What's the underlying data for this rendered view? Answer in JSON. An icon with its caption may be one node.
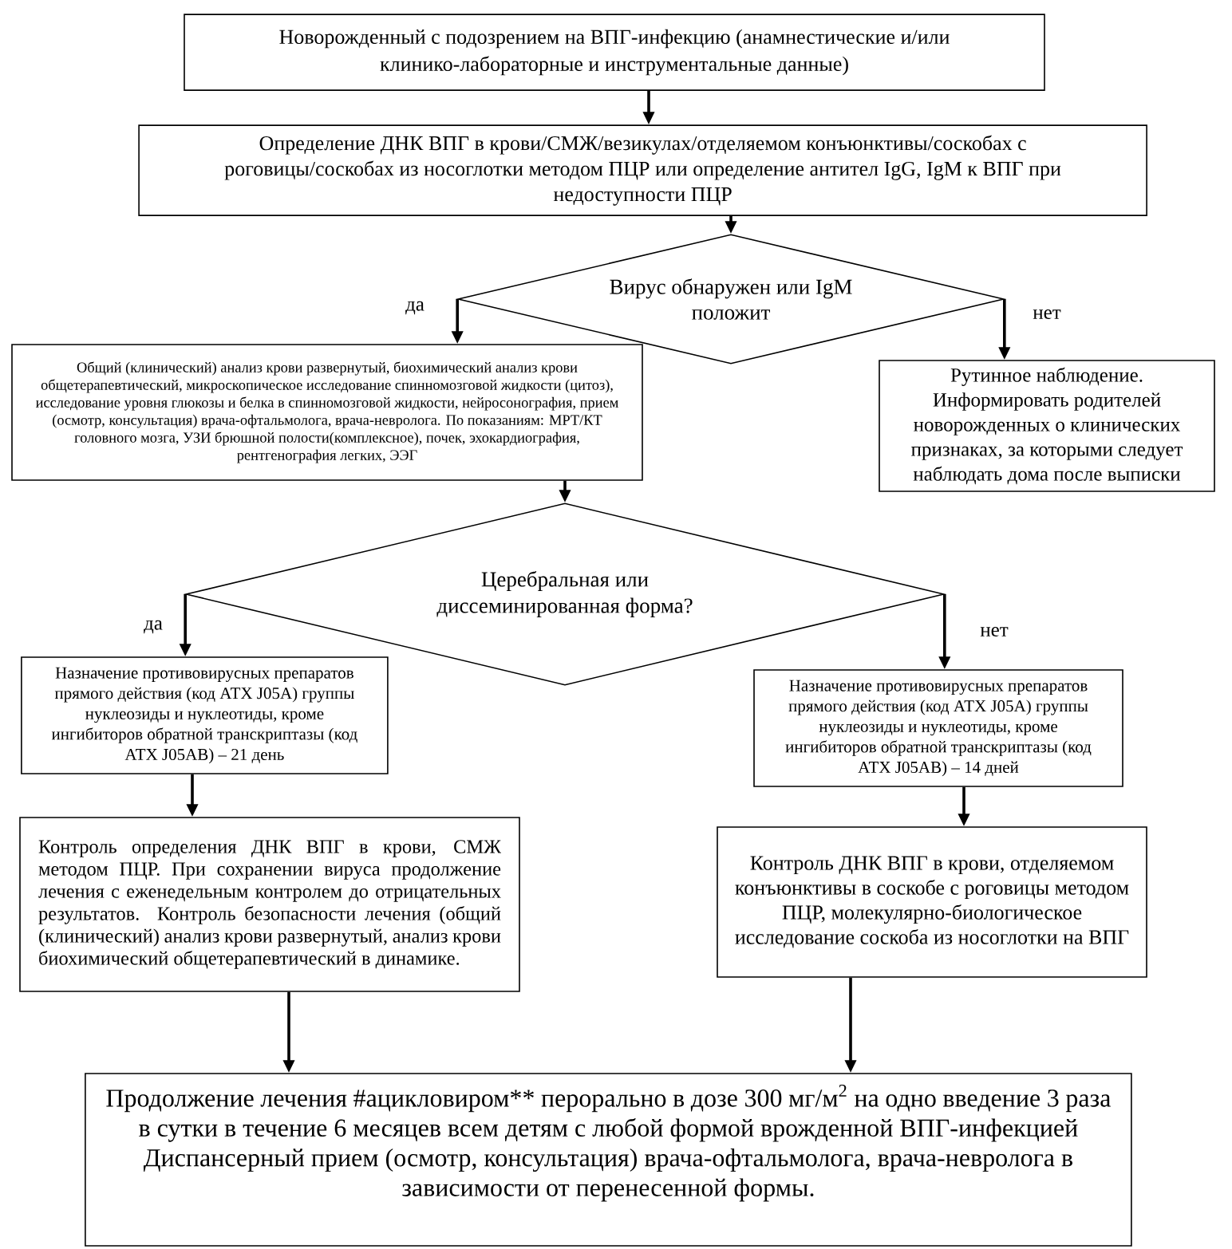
{
  "diagram": {
    "nodes": [
      {
        "text": [
          "Новорожденный с подозрением на ВПГ-инфекцию (анамнестические и/или клинико-лабораторные и инструментальные данные)"
        ]
      },
      {
        "text": [
          "Определение ДНК ВПГ в крови/СМЖ/везикулах/отделяемом конъюнктивы/соскобах с роговицы/соскобах из носоглотки методом ПЦР или определение антител IgG, IgM к ВПГ при недоступности ПЦР"
        ]
      },
      {
        "text": [
          "Вирус обнаружен или IgM положит"
        ]
      },
      {
        "text": [
          "Общий (клинический) анализ крови развернутый, биохимический анализ крови общетерапевтический, микроскопическое исследование спинномозговой жидкости (цитоз), исследование уровня глюкозы и белка в спинномозговой жидкости, нейросонография, прием (осмотр, консультация) врача-офтальмолога, врача-невролога. По показаниям: МРТ/КТ головного мозга, УЗИ брюшной полости(комплексное), почек, эхокардиография, рентгенография легких, ЭЭГ"
        ]
      },
      {
        "text": [
          "Рутинное наблюдение. Информировать родителей новорожденных о клинических признаках, за которыми следует наблюдать дома после выписки"
        ]
      },
      {
        "text": [
          "Церебральная или диссеминированная форма?"
        ]
      },
      {
        "text": [
          "Назначение противовирусных препаратов прямого действия (код АТХ J05A) группы нуклеозиды и нуклеотиды, кроме ингибиторов обратной транскриптазы (код АТХ J05AB) – 21 день"
        ]
      },
      {
        "text": [
          "Назначение противовирусных препаратов прямого действия (код АТХ J05A) группы нуклеозиды и нуклеотиды, кроме ингибиторов обратной транскриптазы (код АТХ J05AB) – 14 дней"
        ]
      },
      {
        "text": [
          "Контроль определения ДНК ВПГ в крови, СМЖ методом ПЦР. При сохранении вируса продолжение лечения с еженедельным контролем до отрицательных результатов. Контроль безопасности лечения (общий (клинический) анализ крови развернутый, анализ крови биохимический общетерапевтический в динамике."
        ]
      },
      {
        "text": [
          "Контроль ДНК ВПГ в крови, отделяемом конъюнктивы в соскобе с роговицы методом ПЦР, молекулярно-биологическое исследование соскоба из носоглотки на ВПГ"
        ]
      },
      {
        "text": [
          "Продолжение лечения #ацикловиром** перорально в дозе 300 мг/м$^{2}$ на одно введение 3 раза в сутки в течение 6 месяцев всем детям с любой формой врожденной ВПГ-инфекцией",
          "Диспансерный прием (осмотр, консультация) врача-офтальмолога, врача-невролога в зависимости от перенесенной формы."
        ]
      }
    ],
    "edges": [
      {
        "from": 0,
        "to": 1,
        "arrow": "to"
      },
      {
        "from": 1,
        "to": 2,
        "arrow": "to"
      },
      {
        "from": 2,
        "to": 3,
        "arrow": "to",
        "label": "да"
      },
      {
        "from": 2,
        "to": 4,
        "arrow": "to",
        "label": "нет"
      },
      {
        "from": 3,
        "to": 5,
        "arrow": "to"
      },
      {
        "from": 5,
        "to": 6,
        "arrow": "to",
        "label": "да"
      },
      {
        "from": 5,
        "to": 7,
        "arrow": "to",
        "label": "нет"
      },
      {
        "from": 6,
        "to": 8,
        "arrow": "to"
      },
      {
        "from": 7,
        "to": 9,
        "arrow": "to"
      },
      {
        "from": 8,
        "to": 10,
        "arrow": "to"
      },
      {
        "from": 9,
        "to": 10,
        "arrow": "to"
      }
    ]
  }
}
